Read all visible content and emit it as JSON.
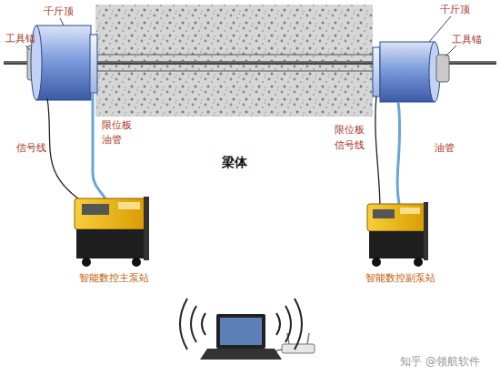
{
  "diagram": {
    "nodes": [
      {
        "text": [
          "梁体"
        ]
      },
      {
        "text": [
          "智能数控主泵站"
        ]
      },
      {
        "text": [
          "智能数控副泵站"
        ]
      }
    ],
    "labels": [
      "千斤顶",
      "工具锚",
      "限位板",
      "油管",
      "信号线",
      "千斤顶",
      "工具锚",
      "限位板",
      "信号线",
      "油管",
      "知乎 @领航软件"
    ]
  }
}
